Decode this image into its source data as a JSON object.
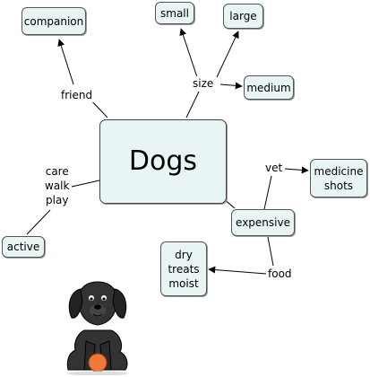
{
  "central": {
    "label": "Dogs"
  },
  "nodes": {
    "companion": "companion",
    "small": "small",
    "large": "large",
    "medium": "medium",
    "medicine_shots": "medicine\nshots",
    "expensive": "expensive",
    "food_types": "dry\ntreats\nmoist",
    "active": "active"
  },
  "links": {
    "friend": "friend",
    "size": "size",
    "vet": "vet",
    "food": "food",
    "activities": "care\nwalk\nplay"
  },
  "colors": {
    "node_fill": "#e9f5f5",
    "node_border": "#555555",
    "ball": "#f07838",
    "dog": "#333333"
  },
  "icons": {
    "illustration": "cartoon-dog-with-ball"
  }
}
